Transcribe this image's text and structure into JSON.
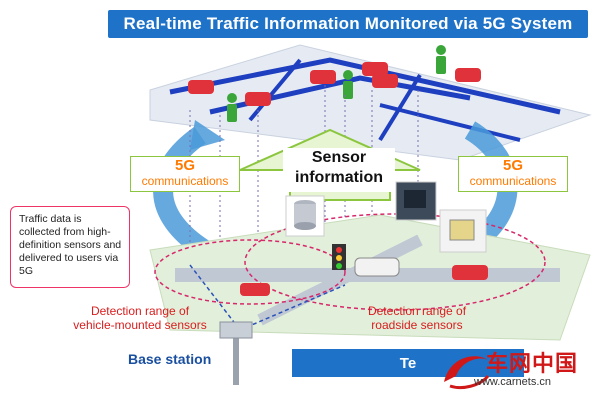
{
  "title": "Real-time Traffic Information Monitored via 5G System",
  "left_5g": {
    "big": "5G",
    "small": "communications"
  },
  "right_5g": {
    "big": "5G",
    "small": "communications"
  },
  "sensor_info": {
    "line1": "Sensor",
    "line2": "information"
  },
  "note": "Traffic data is collected from high-definition sensors and delivered to users via 5G",
  "vehicle_label": {
    "line1": "Detection range of",
    "line2": "vehicle-mounted sensors"
  },
  "roadside_label": {
    "line1": "Detection range of",
    "line2": "roadside sensors"
  },
  "base_station": "Base station",
  "bottom_bar": "Te",
  "watermark": {
    "cn": "车网中国",
    "url": "www.carnets.cn"
  },
  "colors": {
    "banner": "#1e73c8",
    "accent_green": "#8cc63f",
    "accent_orange": "#ff7a00",
    "red": "#d81e1e"
  }
}
